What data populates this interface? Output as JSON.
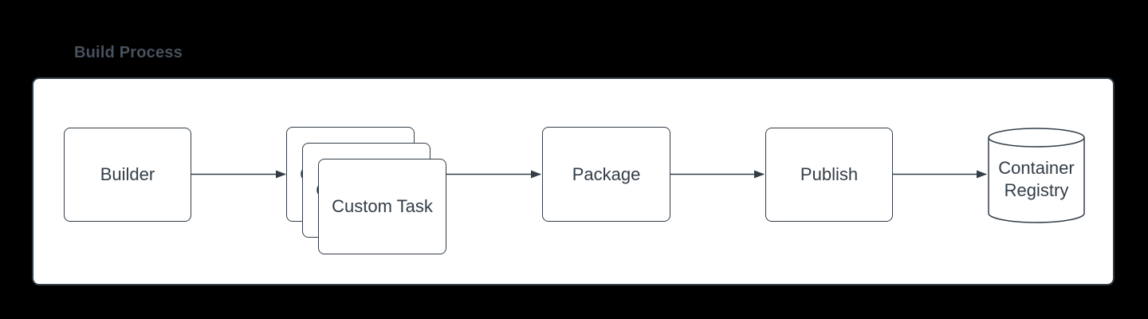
{
  "title": "Build Process",
  "colors": {
    "page_background": "#000000",
    "panel_background": "#ffffff",
    "shape_stroke": "#333d47",
    "shape_text": "#333d47",
    "title_text": "#47525d"
  },
  "diagram": {
    "nodes": [
      {
        "id": "builder",
        "label": "Builder",
        "shape": "rectangle"
      },
      {
        "id": "custom-task",
        "label": "Custom Task",
        "shape": "stacked-rectangles",
        "copies": 3
      },
      {
        "id": "package",
        "label": "Package",
        "shape": "rectangle"
      },
      {
        "id": "publish",
        "label": "Publish",
        "shape": "rectangle"
      },
      {
        "id": "container-registry",
        "label": "Container Registry",
        "label_lines": [
          "Container",
          "Registry"
        ],
        "shape": "cylinder"
      }
    ],
    "edges": [
      {
        "from": "builder",
        "to": "custom-task"
      },
      {
        "from": "custom-task",
        "to": "package"
      },
      {
        "from": "package",
        "to": "publish"
      },
      {
        "from": "publish",
        "to": "container-registry"
      }
    ]
  }
}
